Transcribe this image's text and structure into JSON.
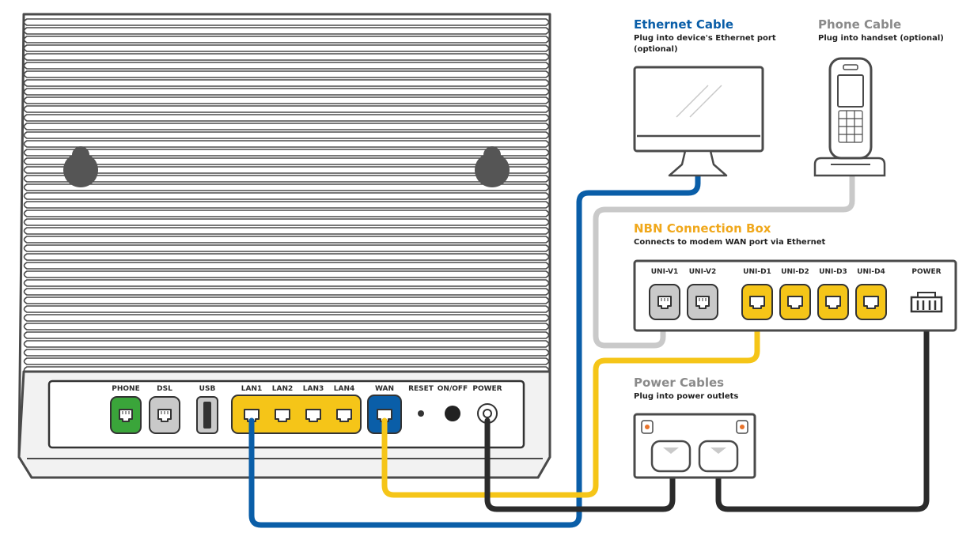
{
  "colors": {
    "ethernet_blue": "#0a5ea8",
    "wan_yellow": "#f5c518",
    "phone_gray": "#c9c9c9",
    "power_black": "#2b2b2b",
    "phone_port_green": "#3aa53a",
    "nbn_orange": "#f0a81c",
    "outline": "#4a4a4a"
  },
  "callouts": {
    "ethernet": {
      "title": "Ethernet Cable",
      "line1": "Plug into device's Ethernet port",
      "line2": "(optional)"
    },
    "phone": {
      "title": "Phone Cable",
      "line1": "Plug into handset (optional)"
    },
    "nbn": {
      "title": "NBN Connection Box",
      "line1": "Connects to modem WAN port via Ethernet"
    },
    "power": {
      "title": "Power Cables",
      "line1": "Plug into power outlets"
    }
  },
  "modem": {
    "ports": {
      "phone": "PHONE",
      "dsl": "DSL",
      "usb": "USB",
      "lan1": "LAN1",
      "lan2": "LAN2",
      "lan3": "LAN3",
      "lan4": "LAN4",
      "wan": "WAN",
      "reset": "RESET",
      "onoff": "ON/OFF",
      "power": "POWER"
    }
  },
  "nbn_box": {
    "ports": {
      "v1": "UNI-V1",
      "v2": "UNI-V2",
      "d1": "UNI-D1",
      "d2": "UNI-D2",
      "d3": "UNI-D3",
      "d4": "UNI-D4",
      "power": "POWER"
    }
  },
  "icons": [
    "modem-device",
    "desktop-monitor-icon",
    "cordless-phone-icon",
    "power-outlet-icon",
    "rj45-port-icon",
    "rj11-port-icon"
  ]
}
